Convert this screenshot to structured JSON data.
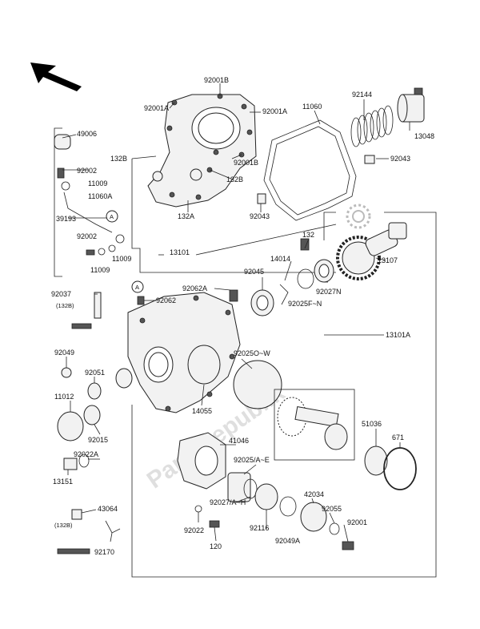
{
  "labels": {
    "p92001B_top": "92001B",
    "p92001A_left": "92001A",
    "p92001A_right": "92001A",
    "p11060": "11060",
    "p92144": "92144",
    "p49006": "49006",
    "p132B_left": "132B",
    "p92001B_mid": "92001B",
    "p132B_right": "132B",
    "p13048": "13048",
    "p92002_a": "92002",
    "p92043_a": "92043",
    "p11009_a": "11009",
    "p11060A": "11060A",
    "p132A": "132A",
    "p92043_b": "92043",
    "p39193": "39193",
    "p92002_b": "92002",
    "p11009_b": "11009",
    "p11009_c": "11009",
    "p13101": "13101",
    "p132_c": "132",
    "p13107": "13107",
    "p14014": "14014",
    "p92045": "92045",
    "p92062A": "92062A",
    "p92027N": "92027N",
    "p92025FN": "92025F~N",
    "p92037": "92037",
    "p132B_bolt": "(132B)",
    "p92062": "92062",
    "p13101A": "13101A",
    "p92049": "92049",
    "p92025OW": "92025O~W",
    "p92051": "92051",
    "p11012": "11012",
    "p14055": "14055",
    "p92015": "92015",
    "p51036": "51036",
    "p671": "671",
    "p92022A": "92022A",
    "p41046": "41046",
    "p92025AE": "92025/A~E",
    "p13151": "13151",
    "p42034": "42034",
    "p92027AH": "92027/A~H",
    "p43064": "43064",
    "p132B_bolt2": "(132B)",
    "p92055": "92055",
    "p92022": "92022",
    "p92116": "92116",
    "p92001_b": "92001",
    "p92049A": "92049A",
    "p120": "120",
    "p92170": "92170"
  },
  "callouts": {
    "circleA_1": "A",
    "circleA_2": "A"
  },
  "watermark": "PartsRepublik"
}
